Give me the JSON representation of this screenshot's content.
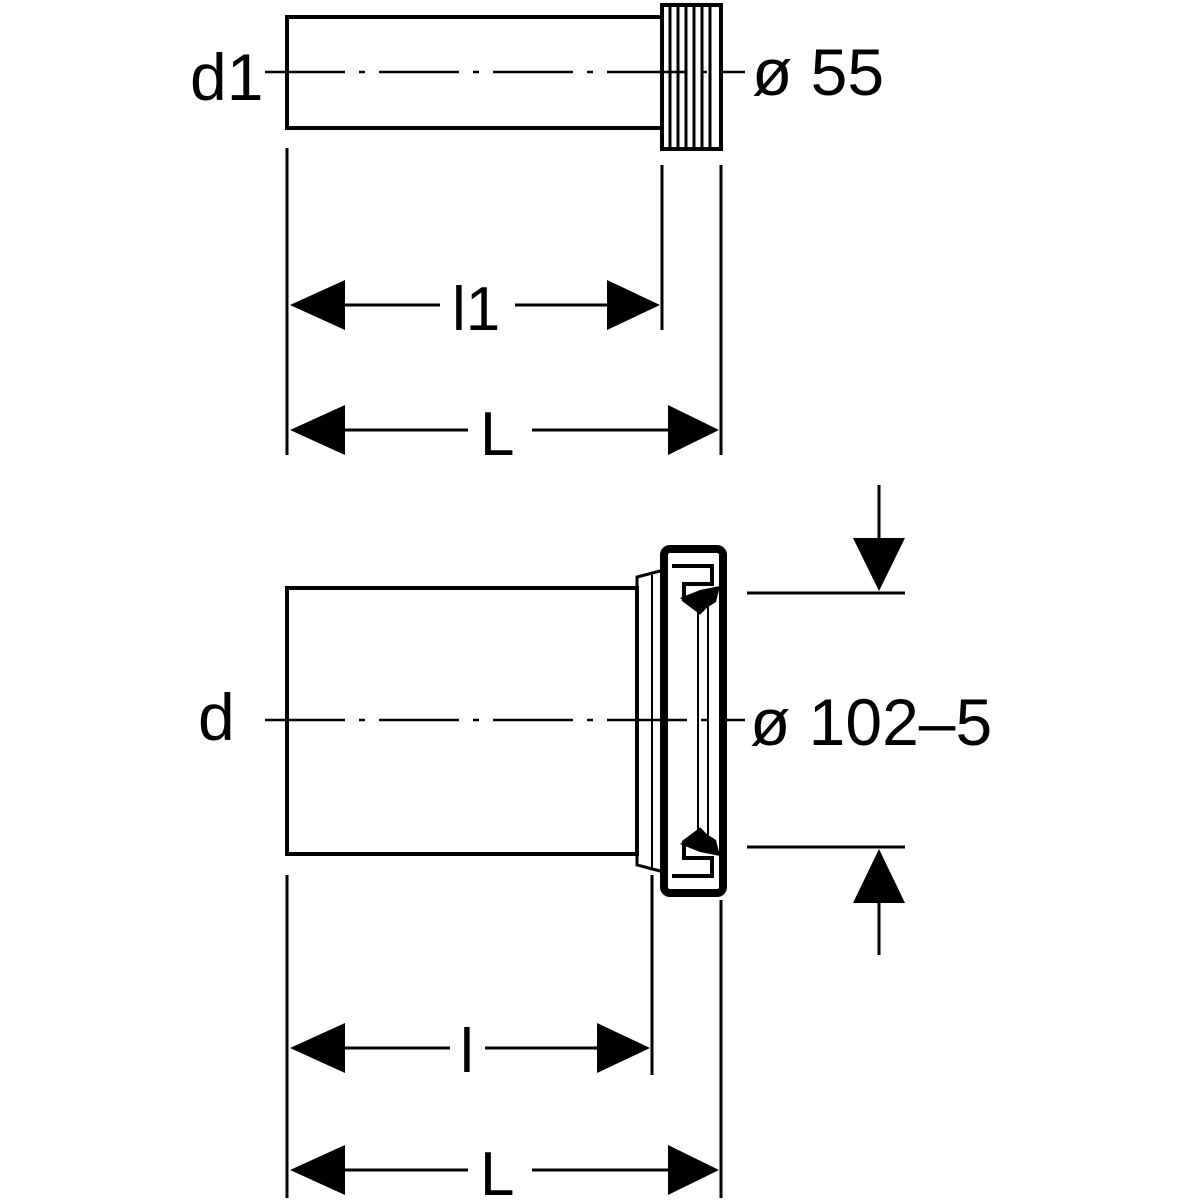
{
  "top_part": {
    "diameter_label": "d1",
    "outer_diameter_label": "ø 55",
    "inner_length_label": "l1",
    "total_length_label": "L"
  },
  "bottom_part": {
    "diameter_label": "d",
    "outer_diameter_label": "ø 102–5",
    "inner_length_label": "l",
    "total_length_label": "L"
  },
  "colors": {
    "line": "#000000",
    "background": "#ffffff"
  }
}
